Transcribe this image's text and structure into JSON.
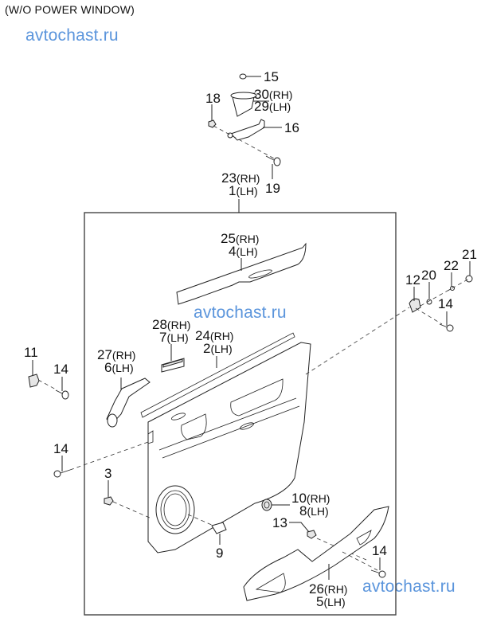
{
  "diagram": {
    "title": "(W/O POWER WINDOW)",
    "watermark": "avtochast.ru",
    "watermark_color": "#5b95dc",
    "callouts": [
      {
        "id": "c15",
        "num": "15",
        "side": ""
      },
      {
        "id": "c30",
        "num": "30",
        "side": "(RH)"
      },
      {
        "id": "c29",
        "num": "29",
        "side": "(LH)"
      },
      {
        "id": "c18",
        "num": "18",
        "side": ""
      },
      {
        "id": "c16",
        "num": "16",
        "side": ""
      },
      {
        "id": "c19",
        "num": "19",
        "side": ""
      },
      {
        "id": "c23",
        "num": "23",
        "side": "(RH)"
      },
      {
        "id": "c1",
        "num": "1",
        "side": "(LH)"
      },
      {
        "id": "c25",
        "num": "25",
        "side": "(RH)"
      },
      {
        "id": "c4",
        "num": "4",
        "side": "(LH)"
      },
      {
        "id": "c21",
        "num": "21",
        "side": ""
      },
      {
        "id": "c22",
        "num": "22",
        "side": ""
      },
      {
        "id": "c12",
        "num": "12",
        "side": ""
      },
      {
        "id": "c20",
        "num": "20",
        "side": ""
      },
      {
        "id": "c14a",
        "num": "14",
        "side": ""
      },
      {
        "id": "c28",
        "num": "28",
        "side": "(RH)"
      },
      {
        "id": "c7",
        "num": "7",
        "side": "(LH)"
      },
      {
        "id": "c24",
        "num": "24",
        "side": "(RH)"
      },
      {
        "id": "c2",
        "num": "2",
        "side": "(LH)"
      },
      {
        "id": "c27",
        "num": "27",
        "side": "(RH)"
      },
      {
        "id": "c6",
        "num": "6",
        "side": "(LH)"
      },
      {
        "id": "c11",
        "num": "11",
        "side": ""
      },
      {
        "id": "c14b",
        "num": "14",
        "side": ""
      },
      {
        "id": "c14c",
        "num": "14",
        "side": ""
      },
      {
        "id": "c3",
        "num": "3",
        "side": ""
      },
      {
        "id": "c10",
        "num": "10",
        "side": "(RH)"
      },
      {
        "id": "c8",
        "num": "8",
        "side": "(LH)"
      },
      {
        "id": "c13",
        "num": "13",
        "side": ""
      },
      {
        "id": "c9",
        "num": "9",
        "side": ""
      },
      {
        "id": "c14d",
        "num": "14",
        "side": ""
      },
      {
        "id": "c26",
        "num": "26",
        "side": "(RH)"
      },
      {
        "id": "c5",
        "num": "5",
        "side": "(LH)"
      }
    ]
  }
}
